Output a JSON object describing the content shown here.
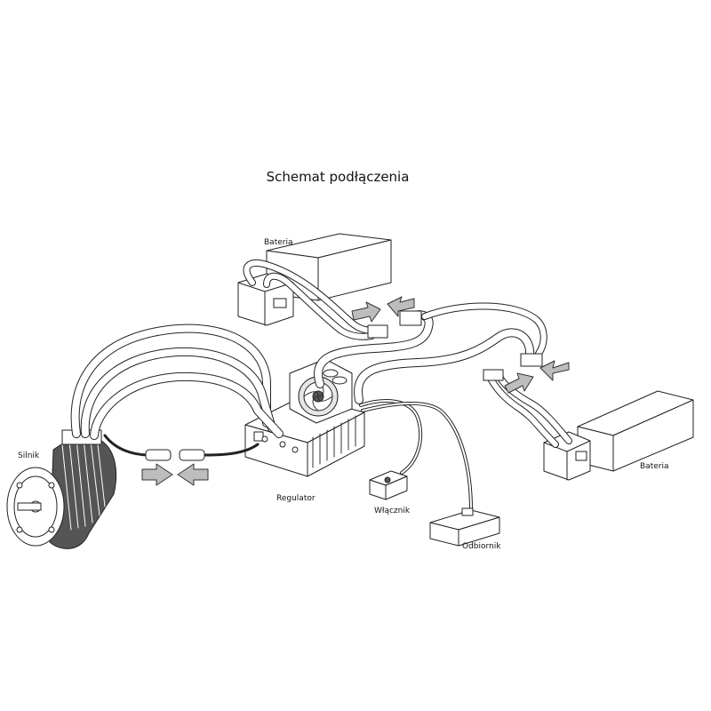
{
  "title": "Schemat podłączenia",
  "labels": {
    "battery_top": "Bateria",
    "battery_right": "Bateria",
    "motor": "Silnik",
    "esc": "Regulator",
    "switch": "Włącznik",
    "receiver": "Odbiornik"
  },
  "colors": {
    "line": "#222222",
    "wire_fill": "#ffffff",
    "arrow_fill": "#bdbdbd",
    "body_fill": "#ffffff",
    "dark_fill": "#555555"
  }
}
